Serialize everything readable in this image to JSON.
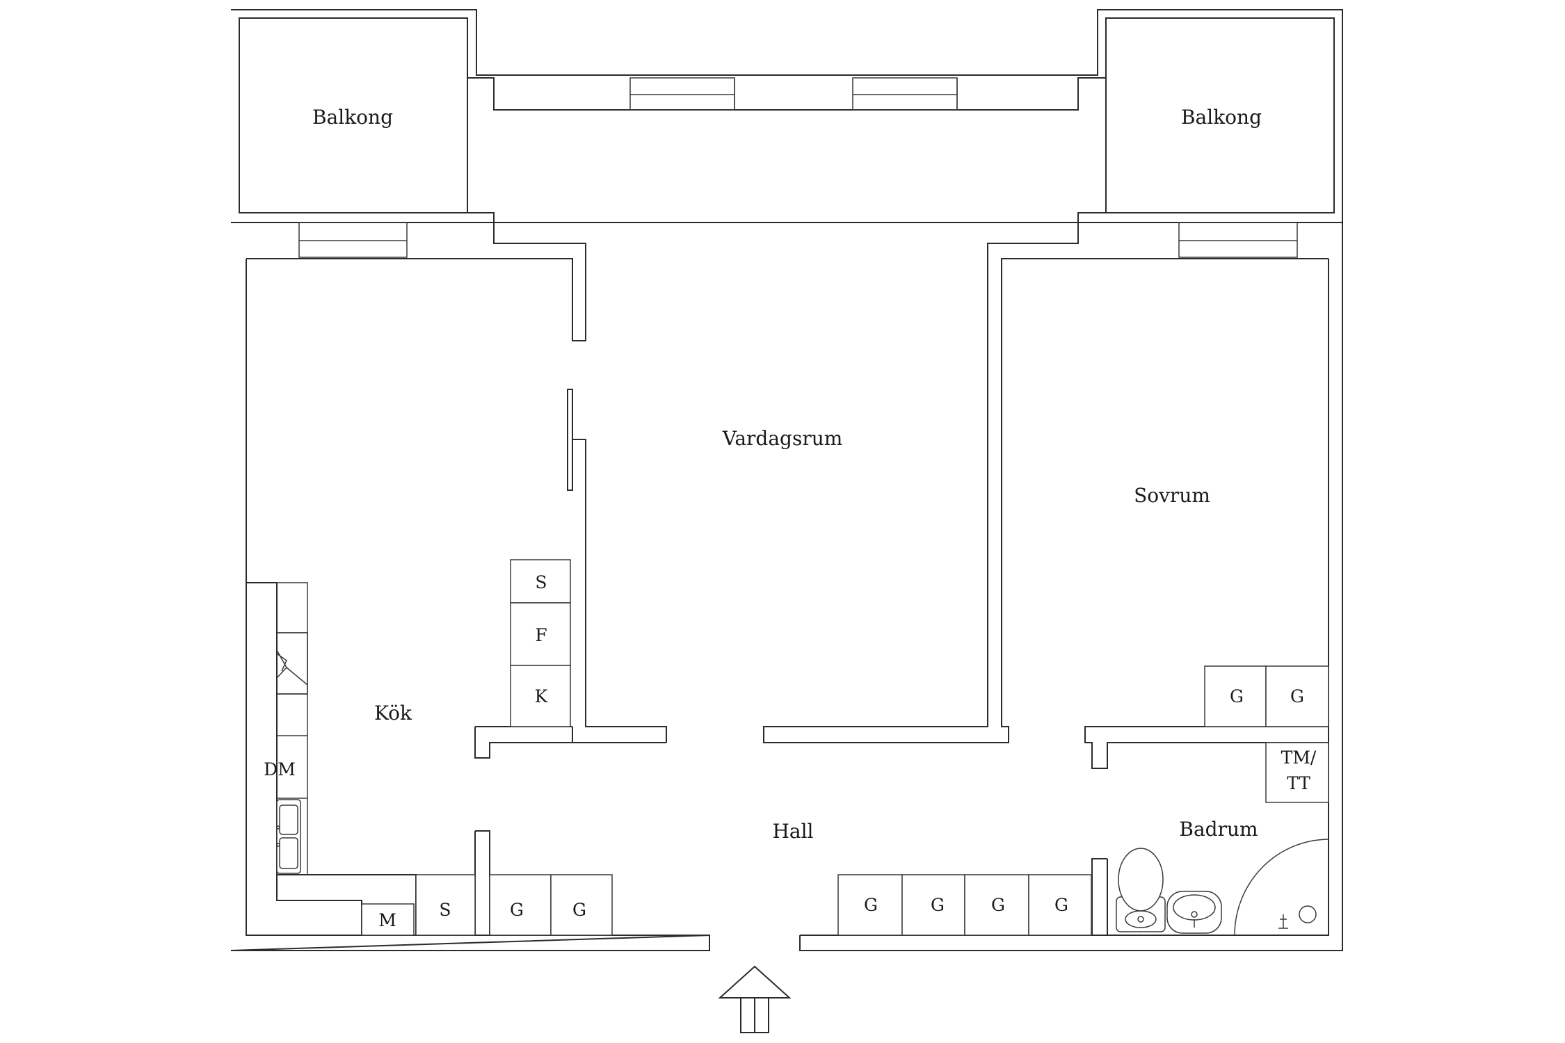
{
  "rooms": {
    "balcony_left": "Balkong",
    "balcony_right": "Balkong",
    "living_room": "Vardagsrum",
    "bedroom": "Sovrum",
    "kitchen": "Kök",
    "hall": "Hall",
    "bathroom": "Badrum"
  },
  "units": {
    "kitchen_s": "S",
    "kitchen_f": "F",
    "kitchen_k": "K",
    "dishwasher": "DM",
    "microwave": "M",
    "hall_s": "S",
    "hall_g1": "G",
    "hall_g2": "G",
    "hall_g3": "G",
    "hall_g4": "G",
    "hall_g5": "G",
    "hall_g6": "G",
    "bedroom_g1": "G",
    "bedroom_g2": "G",
    "washer_line1": "TM/",
    "washer_line2": "TT"
  },
  "colors": {
    "line": "#2b2b2b",
    "background": "#ffffff"
  }
}
